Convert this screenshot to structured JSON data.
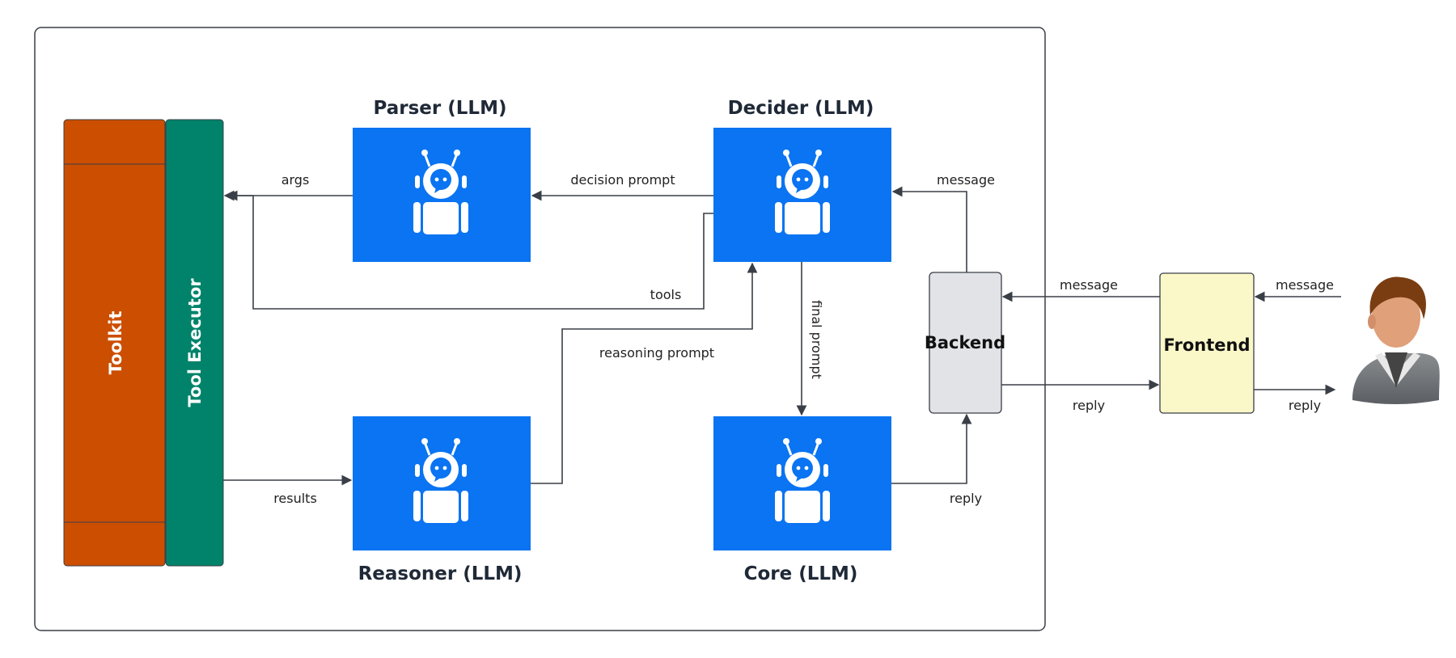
{
  "nodes": {
    "toolkit": {
      "label": "Toolkit",
      "color": "#CC4E00"
    },
    "tool_executor": {
      "label": "Tool Executor",
      "color": "#00836A"
    },
    "parser": {
      "label": "Parser (LLM)",
      "icon": "robot-icon",
      "color": "#0A74F2"
    },
    "decider": {
      "label": "Decider (LLM)",
      "icon": "robot-icon",
      "color": "#0A74F2"
    },
    "reasoner": {
      "label": "Reasoner (LLM)",
      "icon": "robot-icon",
      "color": "#0A74F2"
    },
    "core": {
      "label": "Core (LLM)",
      "icon": "robot-icon",
      "color": "#0A74F2"
    },
    "backend": {
      "label": "Backend",
      "color": "#E1E3E7"
    },
    "frontend": {
      "label": "Frontend",
      "color": "#FAF8C8"
    },
    "user": {
      "icon": "user-avatar-icon"
    }
  },
  "edges": {
    "args": "args",
    "decision_prompt": "decision prompt",
    "message_backend_decider": "message",
    "tools": "tools",
    "final_prompt": "final prompt",
    "reasoning_prompt": "reasoning prompt",
    "results": "results",
    "reply_core_backend": "reply",
    "message_frontend_backend": "message",
    "reply_backend_frontend": "reply",
    "message_user_frontend": "message",
    "reply_frontend_user": "reply"
  }
}
